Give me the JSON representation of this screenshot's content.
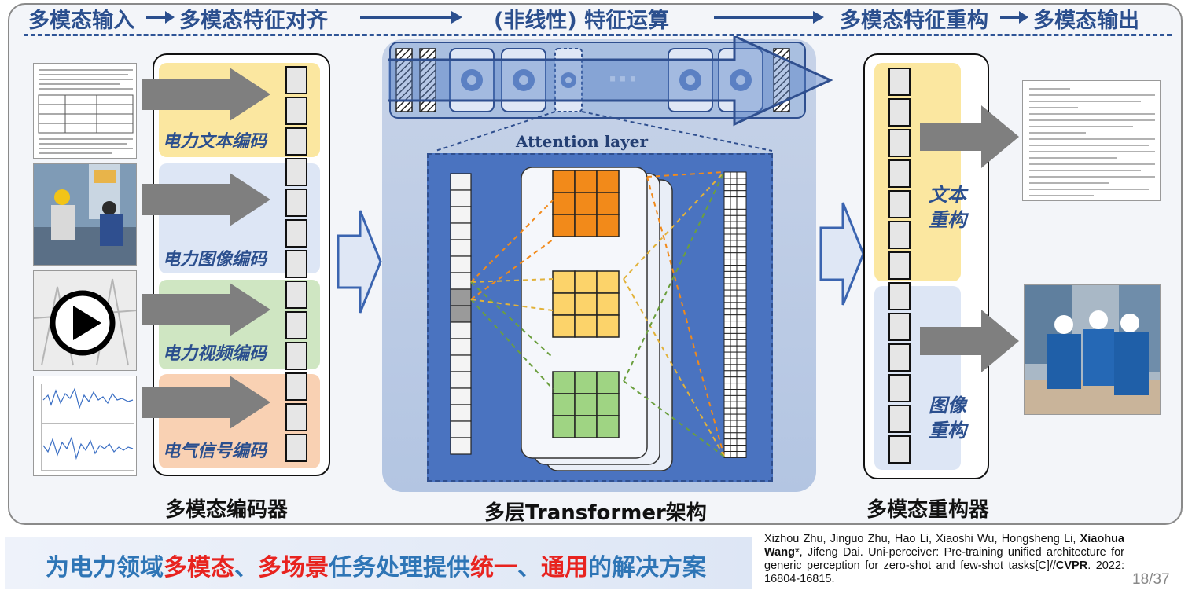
{
  "header": {
    "step1": "多模态输入",
    "step2": "多模态特征对齐",
    "step3": "(非线性) 特征运算",
    "step4": "多模态特征重构",
    "step5": "多模态输出"
  },
  "encoder": {
    "title": "多模态编码器",
    "bands": [
      {
        "label": "电力文本编码",
        "color": "#fbe7a0"
      },
      {
        "label": "电力图像编码",
        "color": "#dde6f5"
      },
      {
        "label": "电力视频编码",
        "color": "#cfe6c2"
      },
      {
        "label": "电气信号编码",
        "color": "#f9d1b3"
      }
    ]
  },
  "transformer": {
    "title": "多层Transformer架构",
    "attention_title": "Attention layer",
    "ellipsis": "···",
    "grid_colors": [
      "#f28a1a",
      "#fcd36a",
      "#9fd483"
    ]
  },
  "reconstructor": {
    "title": "多模态重构器",
    "text_label": "文本\n重构",
    "image_label": "图像\n重构",
    "text_color": "#fbe7a0",
    "image_color": "#dde6f5"
  },
  "footer": {
    "slogan_parts": [
      {
        "text": "为电力领域",
        "color": "#2e75b6"
      },
      {
        "text": "多模态",
        "color": "#e8231f"
      },
      {
        "text": "、",
        "color": "#2e75b6"
      },
      {
        "text": "多场景",
        "color": "#e8231f"
      },
      {
        "text": "任务处理提供",
        "color": "#2e75b6"
      },
      {
        "text": "统一",
        "color": "#e8231f"
      },
      {
        "text": "、",
        "color": "#2e75b6"
      },
      {
        "text": "通用",
        "color": "#e8231f"
      },
      {
        "text": "的解决方案",
        "color": "#2e75b6"
      }
    ],
    "ref_line1": "Xizhou Zhu, Jinguo Zhu, Hao Li, Xiaoshi Wu, Hongsheng Li,",
    "ref_bold_author": "Xiaohua Wang",
    "ref_line2_rest": "*, Jifeng Dai. Uni-perceiver: Pre-training unified architecture for generic perception for zero-shot and few-shot tasks[C]//",
    "ref_bold_venue": "CVPR",
    "ref_tail": ". 2022: 16804-16815.",
    "page": "18/37"
  }
}
